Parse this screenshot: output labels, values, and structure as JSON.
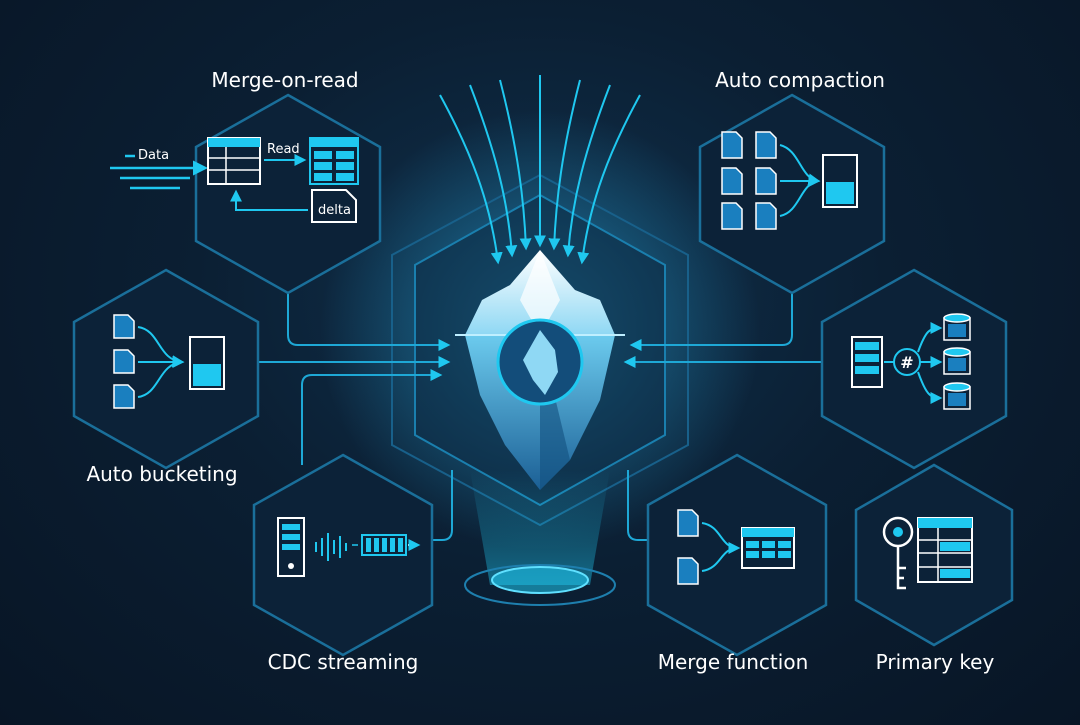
{
  "features": {
    "merge_on_read": "Merge-on-read",
    "auto_compaction": "Auto compaction",
    "auto_bucketing": "Auto bucketing",
    "cdc_streaming": "CDC streaming",
    "merge_function": "Merge function",
    "primary_key": "Primary key"
  },
  "merge_on_read_panel": {
    "data_label": "Data",
    "read_label": "Read",
    "delta_label": "delta"
  },
  "bucketing_panel": {
    "hash_symbol": "#"
  },
  "colors": {
    "accent": "#1fc8f0",
    "line": "#1ea8d6",
    "hex_border": "#1a6f9a",
    "background": "#0b1f33",
    "ice_light": "#dff5ff",
    "ice_mid": "#5bc2ea",
    "ice_deep": "#1f6fa8"
  },
  "icons": [
    "table-icon",
    "file-icon",
    "database-icon",
    "server-icon",
    "key-icon",
    "iceberg-icon",
    "soundwave-icon",
    "hash-icon"
  ]
}
